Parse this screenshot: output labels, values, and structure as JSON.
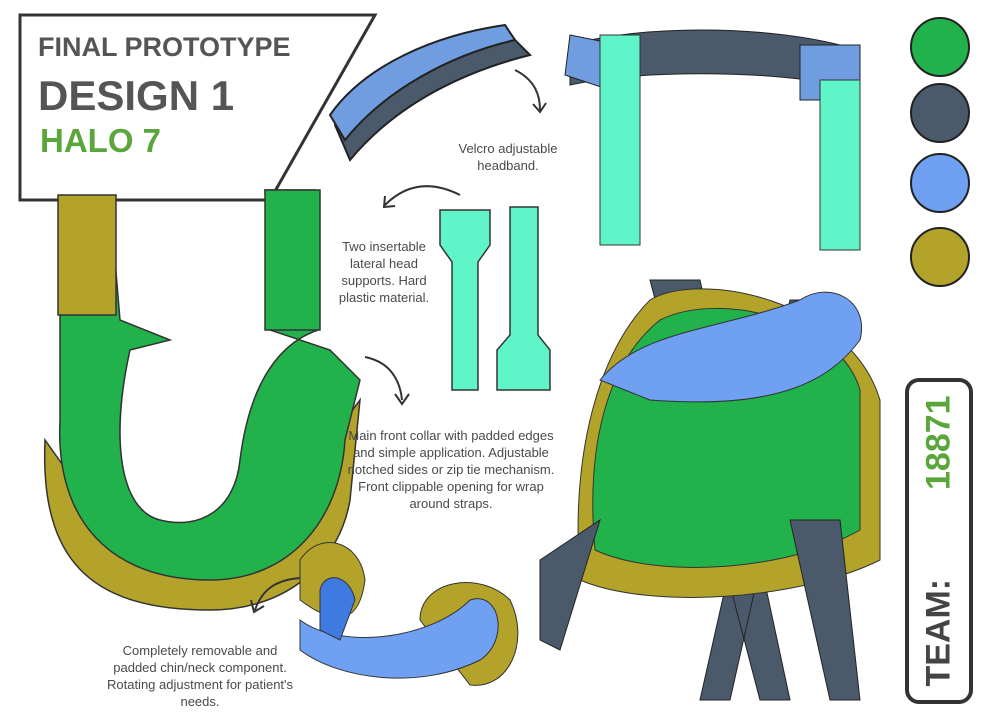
{
  "title": {
    "line1": "FINAL PROTOTYPE",
    "line2": "DESIGN 1",
    "line3": "HALO 7"
  },
  "notes": {
    "headband": "Velcro adjustable headband.",
    "supports": "Two insertable lateral head supports. Hard plastic material.",
    "collar": "Main front collar with padded edges and simple application. Adjustable notched sides or zip tie mechanism. Front clippable opening for wrap around straps.",
    "chin": "Completely removable and padded chin/neck component. Rotating adjustment for patient's needs."
  },
  "team": {
    "label": "TEAM:",
    "number": "18871"
  },
  "palette": {
    "green": "#22b24c",
    "slate": "#4b5a6b",
    "blue": "#6fa0f2",
    "olive": "#b3a32b",
    "mint": "#5ff5c8"
  }
}
